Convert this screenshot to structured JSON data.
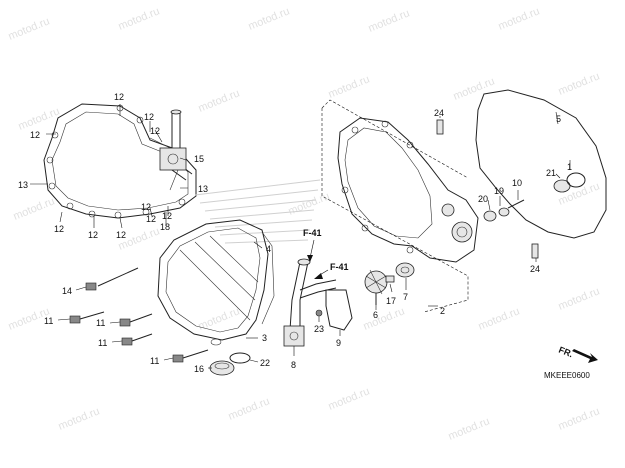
{
  "watermark": {
    "text": "motod.ru"
  },
  "diagram_code": "MKEEE0600",
  "front_indicator": "FR.",
  "ref_tags": [
    "F-41",
    "F-41"
  ],
  "callouts": [
    {
      "id": "c1",
      "text": "1"
    },
    {
      "id": "c2",
      "text": "2"
    },
    {
      "id": "c3",
      "text": "3"
    },
    {
      "id": "c4",
      "text": "4"
    },
    {
      "id": "c5",
      "text": "5"
    },
    {
      "id": "c6",
      "text": "6"
    },
    {
      "id": "c7",
      "text": "7"
    },
    {
      "id": "c8",
      "text": "8"
    },
    {
      "id": "c9",
      "text": "9"
    },
    {
      "id": "c10",
      "text": "10"
    },
    {
      "id": "c11a",
      "text": "11"
    },
    {
      "id": "c11b",
      "text": "11"
    },
    {
      "id": "c11c",
      "text": "11"
    },
    {
      "id": "c11d",
      "text": "11"
    },
    {
      "id": "c12a",
      "text": "12"
    },
    {
      "id": "c12b",
      "text": "12"
    },
    {
      "id": "c12c",
      "text": "12"
    },
    {
      "id": "c12d",
      "text": "12"
    },
    {
      "id": "c12e",
      "text": "12"
    },
    {
      "id": "c12f",
      "text": "12"
    },
    {
      "id": "c12g",
      "text": "12"
    },
    {
      "id": "c12h",
      "text": "12"
    },
    {
      "id": "c12i",
      "text": "12"
    },
    {
      "id": "c12j",
      "text": "12"
    },
    {
      "id": "c13a",
      "text": "13"
    },
    {
      "id": "c13b",
      "text": "13"
    },
    {
      "id": "c14",
      "text": "14"
    },
    {
      "id": "c15",
      "text": "15"
    },
    {
      "id": "c16",
      "text": "16"
    },
    {
      "id": "c17",
      "text": "17"
    },
    {
      "id": "c18",
      "text": "18"
    },
    {
      "id": "c19",
      "text": "19"
    },
    {
      "id": "c20",
      "text": "20"
    },
    {
      "id": "c21",
      "text": "21"
    },
    {
      "id": "c22",
      "text": "22"
    },
    {
      "id": "c23",
      "text": "23"
    },
    {
      "id": "c24a",
      "text": "24"
    },
    {
      "id": "c24b",
      "text": "24"
    }
  ]
}
